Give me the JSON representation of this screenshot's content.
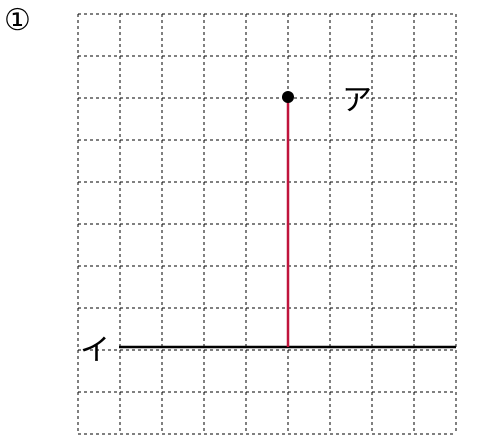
{
  "problem": {
    "number": "①"
  },
  "diagram": {
    "grid_columns": 9,
    "grid_rows": 10,
    "points": [
      {
        "id": "a",
        "label": "ア"
      },
      {
        "id": "i",
        "label": "イ"
      }
    ],
    "colors": {
      "grid": "#000000",
      "perpendicular_segment": "#c0143c",
      "base_line": "#000000",
      "point": "#000000"
    }
  }
}
